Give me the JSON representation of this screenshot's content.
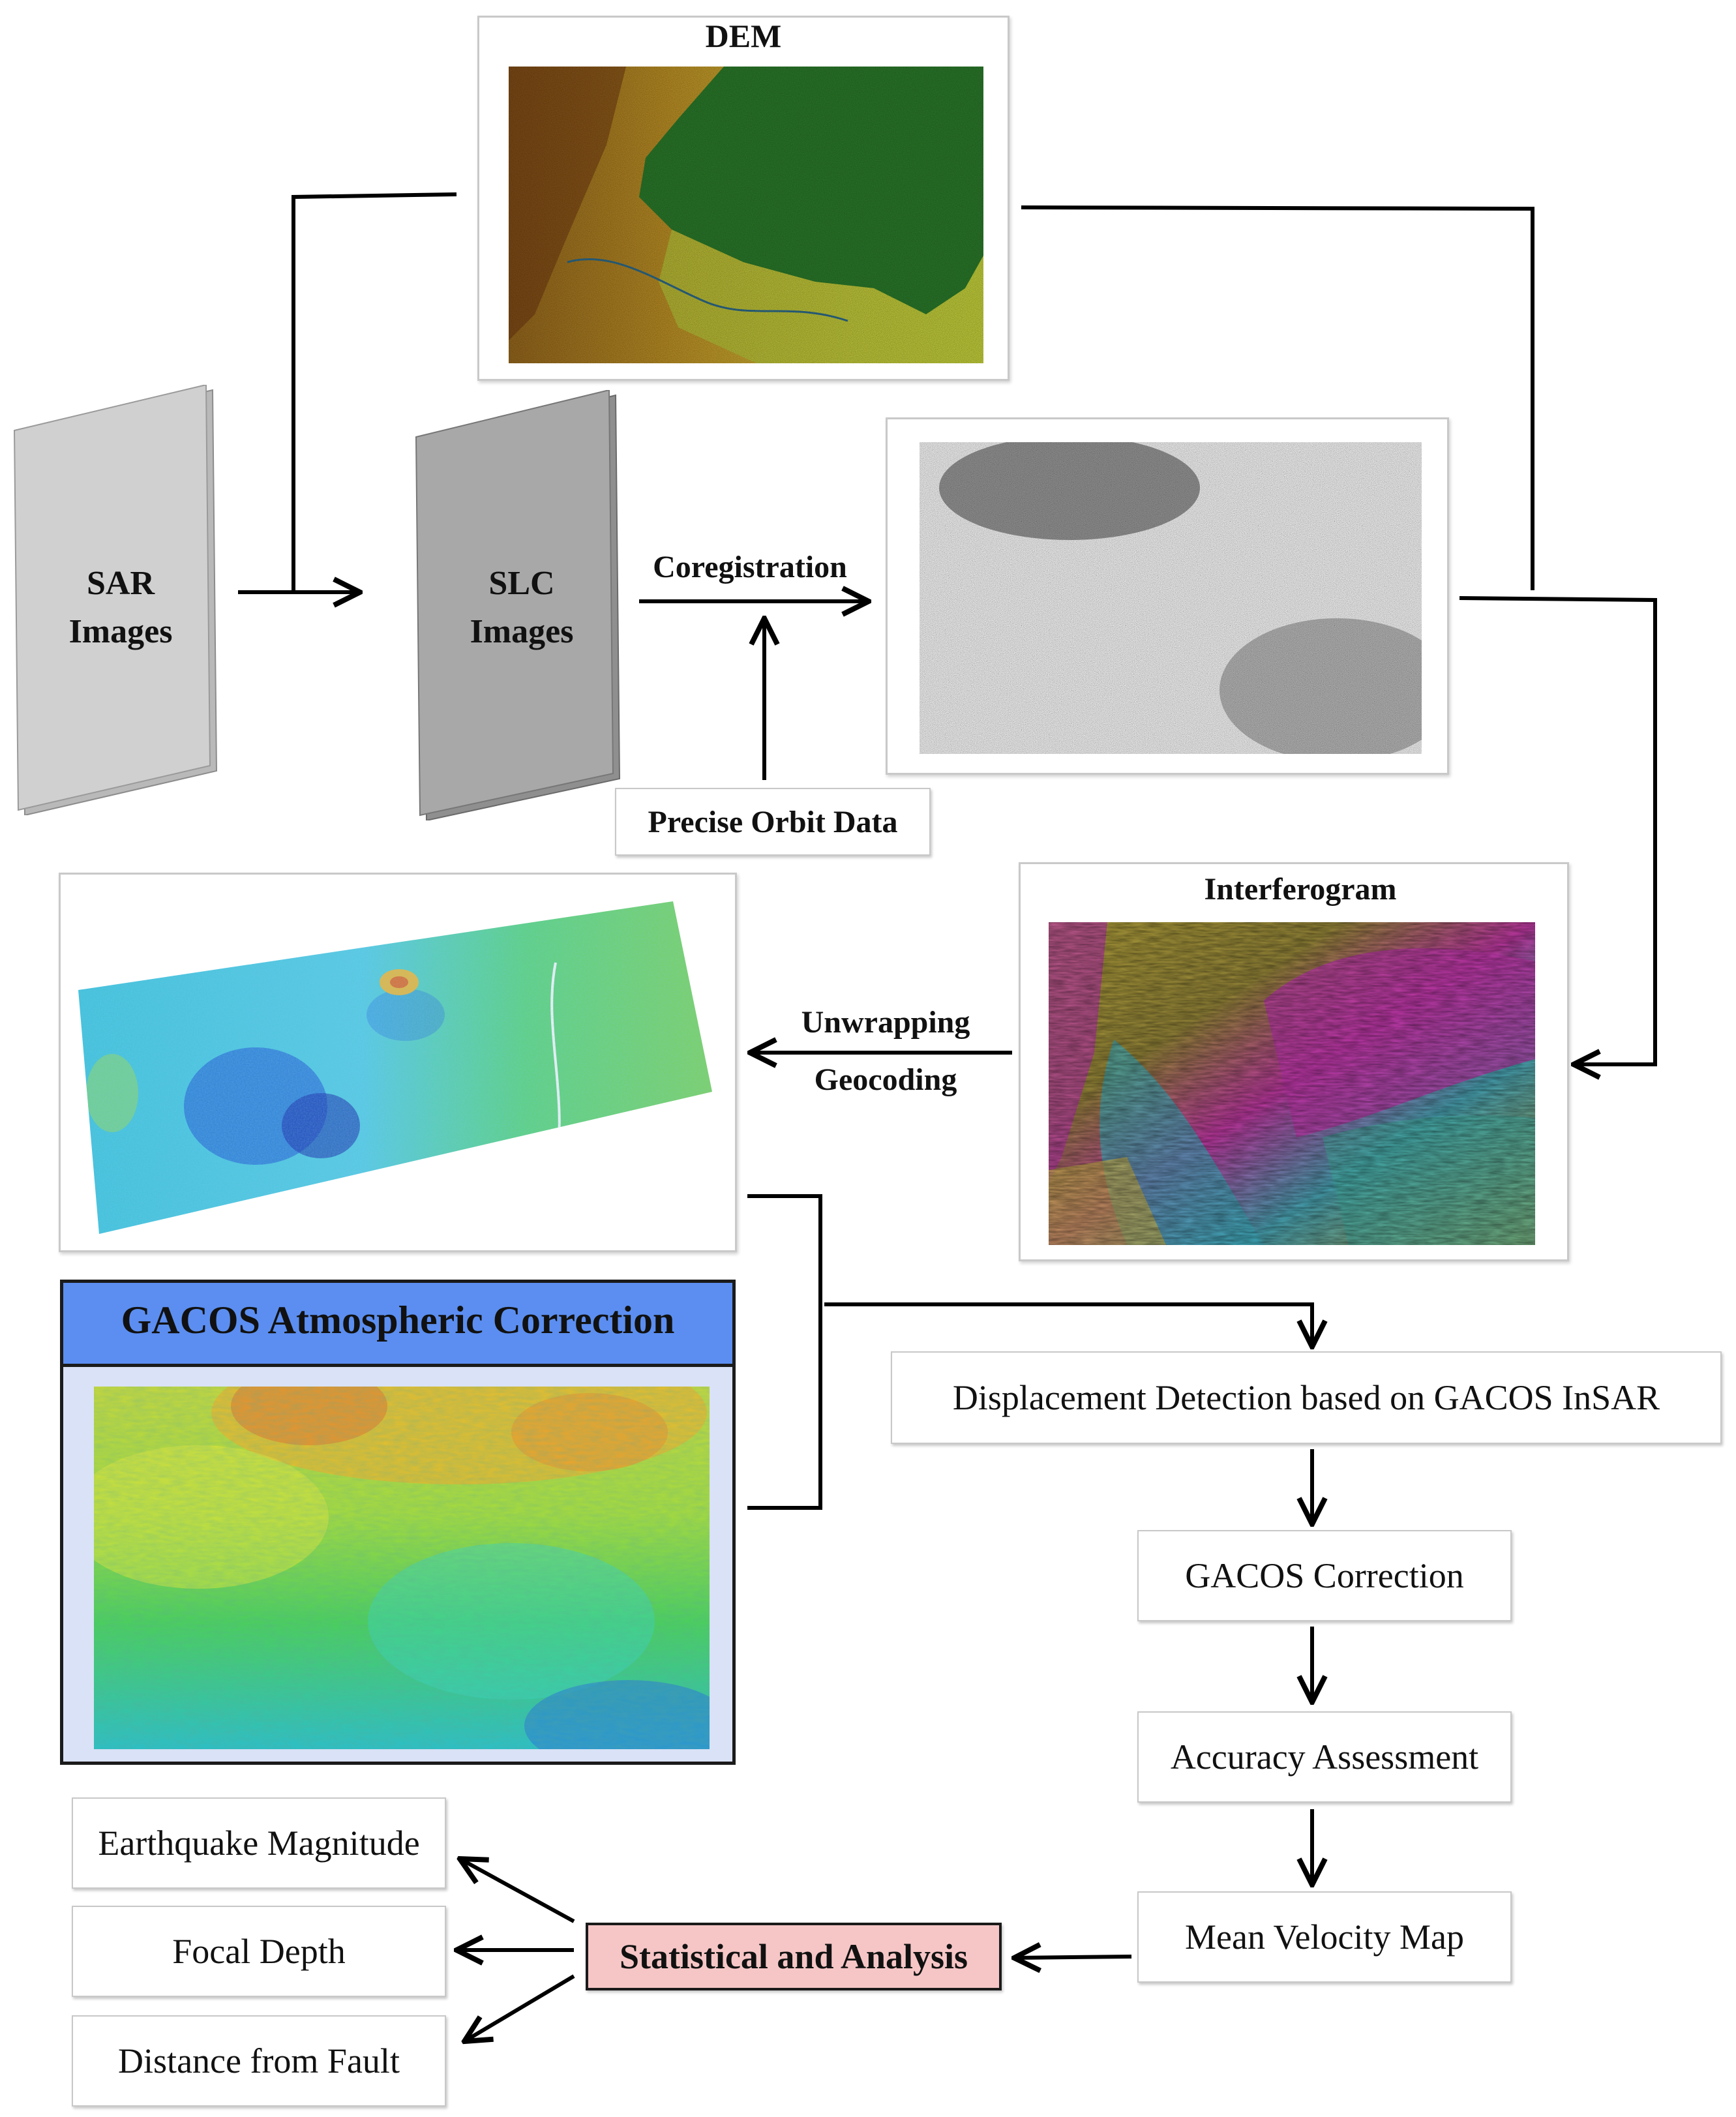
{
  "inputs": {
    "sar_line1": "SAR",
    "sar_line2": "Images",
    "slc_line1": "SLC",
    "slc_line2": "Images",
    "orbit": "Precise Orbit Data"
  },
  "panels": {
    "dem_title": "DEM",
    "interferogram_title": "Interferogram",
    "gacos_title": "GACOS Atmospheric Correction"
  },
  "flow_labels": {
    "coregistration": "Coregistration",
    "unwrapping": "Unwrapping",
    "geocoding": "Geocoding"
  },
  "steps": {
    "displacement": "Displacement Detection based on GACOS InSAR",
    "gacos_correction": "GACOS Correction",
    "accuracy": "Accuracy Assessment",
    "velocity": "Mean Velocity Map",
    "statistics": "Statistical and Analysis"
  },
  "outputs": {
    "magnitude": "Earthquake Magnitude",
    "depth": "Focal Depth",
    "distance": "Distance from Fault"
  },
  "colors": {
    "gacos_header": "#5b8ef0",
    "gacos_body": "#d9e2f6",
    "statistics_fill": "#f6c6c6",
    "connector": "#000000"
  }
}
